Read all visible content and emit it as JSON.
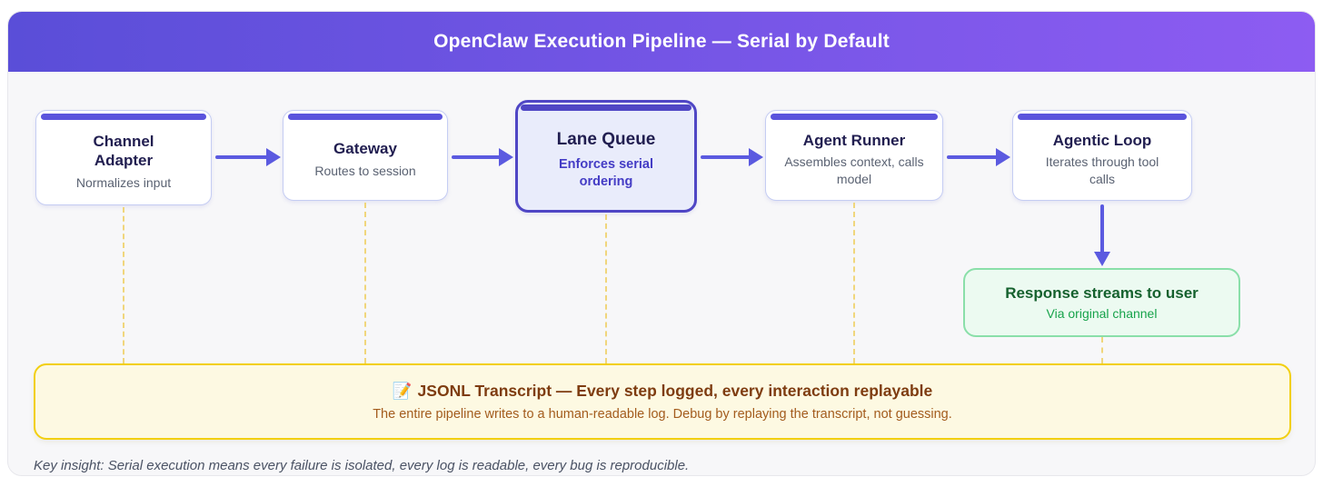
{
  "header": {
    "title": "OpenClaw Execution Pipeline — Serial by Default"
  },
  "pipeline": {
    "nodes": [
      {
        "title": "Channel Adapter",
        "subtitle": "Normalizes input",
        "emphasized": false
      },
      {
        "title": "Gateway",
        "subtitle": "Routes to session",
        "emphasized": false
      },
      {
        "title": "Lane Queue",
        "subtitle": "Enforces serial ordering",
        "emphasized": true
      },
      {
        "title": "Agent Runner",
        "subtitle": "Assembles context, calls model",
        "emphasized": false
      },
      {
        "title": "Agentic Loop",
        "subtitle": "Iterates through tool calls",
        "emphasized": false
      }
    ]
  },
  "response_node": {
    "title": "Response streams to user",
    "subtitle": "Via original channel"
  },
  "transcript": {
    "icon": "📝",
    "title": "JSONL Transcript — Every step logged, every interaction replayable",
    "subtitle": "The entire pipeline writes to a human-readable log. Debug by replaying the transcript, not guessing."
  },
  "footer": {
    "key_insight": "Key insight: Serial execution means every failure is isolated, every log is readable, every bug is reproducible."
  },
  "colors": {
    "header_gradient_start": "#5a4ed8",
    "header_gradient_end": "#8d5cf2",
    "node_border": "#c5cdf3",
    "node_accent_bar": "#5b54dd",
    "emphasis_border": "#4f46c5",
    "emphasis_background": "#e9ecfb",
    "emphasis_subtitle": "#443cc5",
    "node_title": "#211e50",
    "node_subtitle": "#5a6272",
    "arrow": "#5b5ae0",
    "dashed_connector": "#f0d67c",
    "response_border": "#8adfa9",
    "response_background": "#ecfaf1",
    "response_title": "#15612e",
    "response_subtitle": "#17a34b",
    "transcript_border": "#f2cf10",
    "transcript_background": "#fdf9e2",
    "transcript_title": "#7e3c10",
    "transcript_subtitle": "#a35c1d",
    "canvas_background": "#f7f7f9"
  }
}
